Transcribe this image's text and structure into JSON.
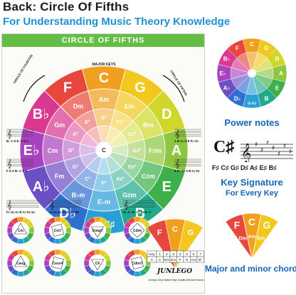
{
  "header": {
    "title": "Back: Circle Of Fifths",
    "subtitle": "For Understanding Music Theory Knowledge"
  },
  "poster": {
    "banner": "CIRCLE OF FIFTHS",
    "major_keys_label": "MAJOR KEYS",
    "fourths_label": "CIRCLE OF FOURTHS",
    "fifths_label": "CIRCLE OF FIFTHS",
    "outer_keys": [
      "C",
      "G",
      "D",
      "A",
      "E",
      "B",
      "G♭F♯",
      "D♭",
      "A♭",
      "E♭",
      "B♭",
      "F"
    ],
    "minor_keys": [
      "Am",
      "Em",
      "Bm",
      "F♯m",
      "C♯m",
      "G♯m",
      "E♭m",
      "B♭m",
      "Fm",
      "Cm",
      "Gm",
      "Dm"
    ],
    "dim_keys": [
      "B°",
      "F♯°",
      "C♯°",
      "G♯°",
      "D♯°",
      "A♯°",
      "F°",
      "C°",
      "G°",
      "D°",
      "A°",
      "E°"
    ],
    "center_label": "C",
    "left_sig_1": "B♭ C D E♭ F G A",
    "left_sig_2": "F G A B♭ C D E",
    "right_sig_1": "A B C♯ D E F♯ G♯",
    "right_sig_2": "E F♯ G♯ A B C♯ D♯",
    "bottom_sig_1": "F♯ G♯ A♯ B C♯ D♯ E♯",
    "bottom_sig_2": "C♯ D♯ E♯ F♯ G♯ A♯ B♯",
    "bottom_sig_3": "G♭ A♭ B♭ C♭ D♭ E♭ F",
    "chord_labels": [
      "Cm",
      "Cm7",
      "Cmaj7",
      "Cdim",
      "Caug",
      "Csus4",
      "C6",
      "Cdim7"
    ],
    "key_table_header": [
      "Key",
      "1",
      "2",
      "3",
      "4",
      "5",
      "6",
      "7"
    ],
    "key_table_row": [
      "C",
      "C",
      "Dm",
      "Em",
      "F",
      "G",
      "Am",
      "B°"
    ],
    "brand": "JUNLEGO",
    "brand_line": "Junlego Only Makes High Quality Musical Instrument Accessories"
  },
  "side": {
    "power_caption": "Power notes",
    "csharp": "C♯",
    "key_row": "F♯ C♯ G♯ D♯ A♯ E♯ B♯",
    "keysig_caption": "Key Signature",
    "keysig_caption2": "For Every Key",
    "fan_keys": [
      "F",
      "C",
      "G"
    ],
    "major_caption": "Major and minor chords"
  },
  "colors": {
    "title": "#1b1b1b",
    "accent_blue": "#1e90d6",
    "caption_blue": "#1565b8",
    "banner_green": "#64be46",
    "wedges": [
      "#f0a01e",
      "#f2c81e",
      "#cfd82a",
      "#8ec641",
      "#3db04b",
      "#1fa98d",
      "#2a9fd6",
      "#2f6fcf",
      "#6c4fc4",
      "#a743bf",
      "#d8388f",
      "#e8473e"
    ]
  }
}
